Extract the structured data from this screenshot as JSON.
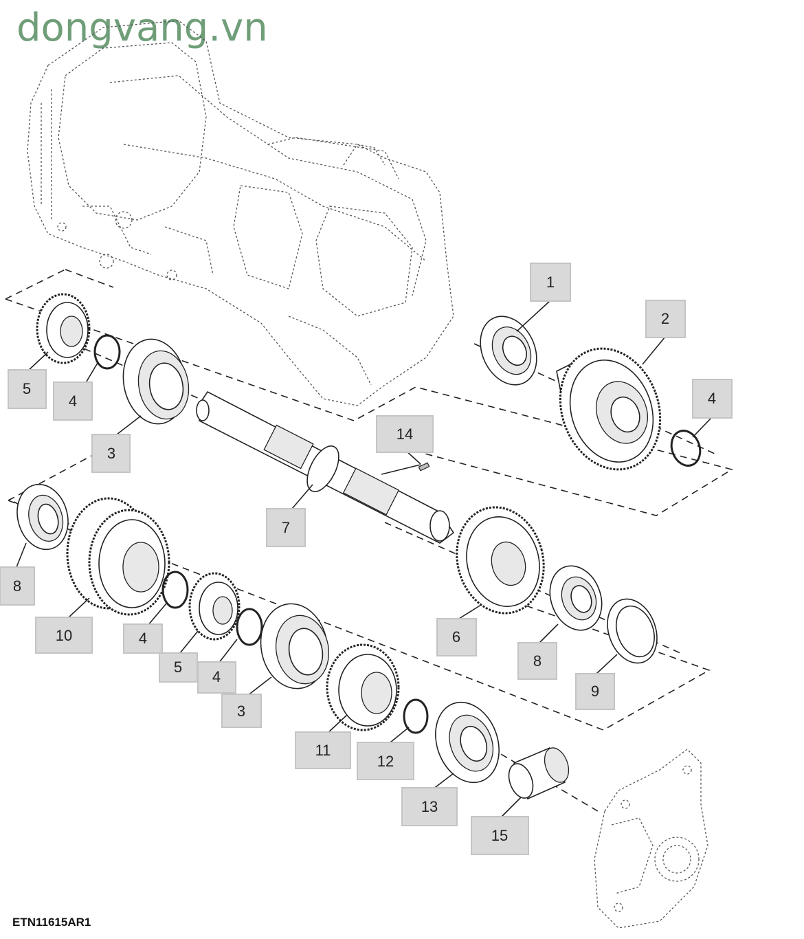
{
  "watermark": "dongvang.vn",
  "drawing_id": "ETN11615AR1",
  "callouts": [
    {
      "id": "c1",
      "label": "1"
    },
    {
      "id": "c2",
      "label": "2"
    },
    {
      "id": "c4a",
      "label": "4"
    },
    {
      "id": "c5a",
      "label": "5"
    },
    {
      "id": "c4b",
      "label": "4"
    },
    {
      "id": "c3a",
      "label": "3"
    },
    {
      "id": "c14",
      "label": "14"
    },
    {
      "id": "c7",
      "label": "7"
    },
    {
      "id": "c8a",
      "label": "8"
    },
    {
      "id": "c10",
      "label": "10"
    },
    {
      "id": "c4c",
      "label": "4"
    },
    {
      "id": "c5b",
      "label": "5"
    },
    {
      "id": "c4d",
      "label": "4"
    },
    {
      "id": "c3b",
      "label": "3"
    },
    {
      "id": "c6",
      "label": "6"
    },
    {
      "id": "c8b",
      "label": "8"
    },
    {
      "id": "c9",
      "label": "9"
    },
    {
      "id": "c11",
      "label": "11"
    },
    {
      "id": "c12",
      "label": "12"
    },
    {
      "id": "c13",
      "label": "13"
    },
    {
      "id": "c15",
      "label": "15"
    }
  ]
}
